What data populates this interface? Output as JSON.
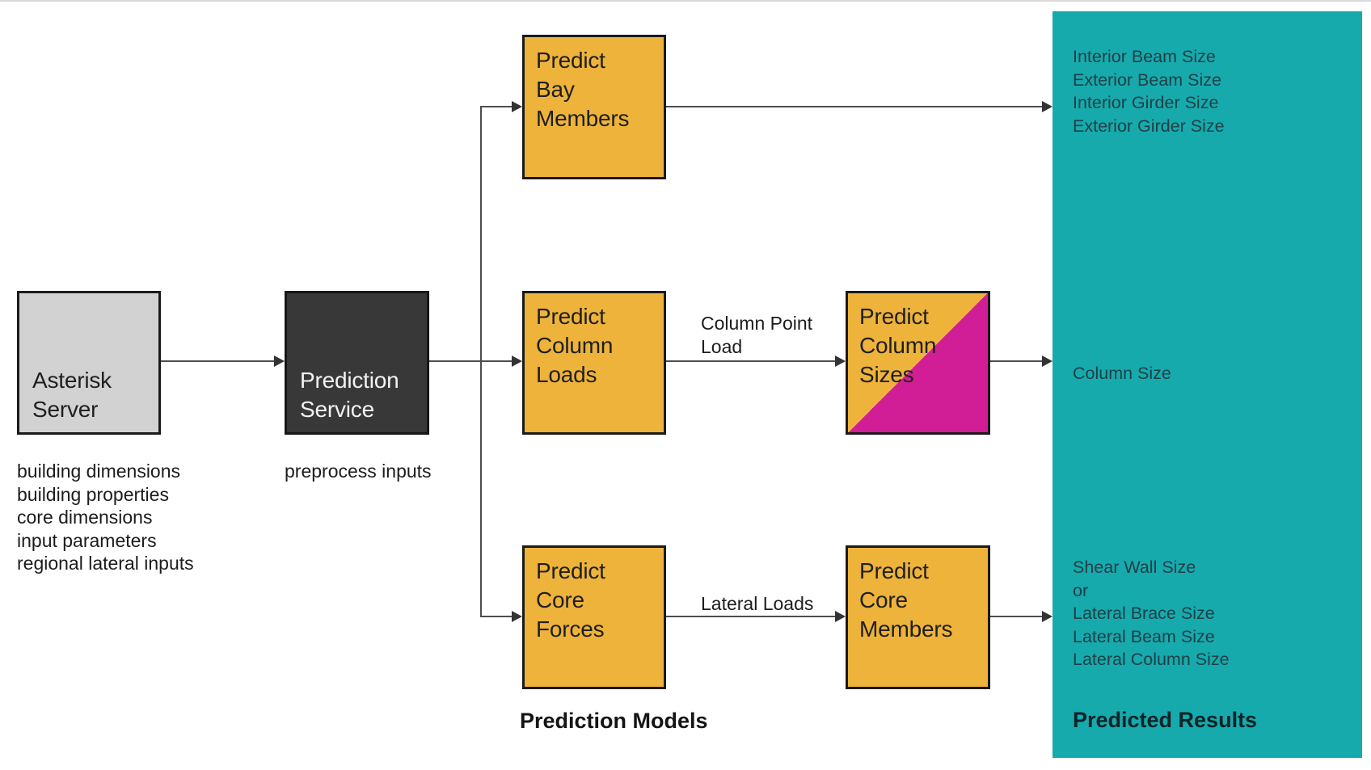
{
  "colors": {
    "node_yellow": "#EEB33B",
    "node_magenta": "#D21E96",
    "results_teal": "#16AAAD",
    "server_gray": "#D2D2D2",
    "service_dark": "#383838",
    "arrow_gray": "#4D4D4D"
  },
  "nodes": {
    "asterisk_server": {
      "lines": [
        "Asterisk",
        "Server"
      ]
    },
    "prediction_service": {
      "lines": [
        "Prediction",
        "Service"
      ]
    },
    "predict_bay_members": {
      "lines": [
        "Predict",
        "Bay",
        "Members"
      ]
    },
    "predict_column_loads": {
      "lines": [
        "Predict",
        "Column",
        "Loads"
      ]
    },
    "predict_core_forces": {
      "lines": [
        "Predict",
        "Core",
        "Forces"
      ]
    },
    "predict_column_sizes": {
      "lines": [
        "Predict",
        "Column",
        "Sizes"
      ]
    },
    "predict_core_members": {
      "lines": [
        "Predict",
        "Core",
        "Members"
      ]
    }
  },
  "annotations": {
    "server_inputs": [
      "building dimensions",
      "building properties",
      "core dimensions",
      "input parameters",
      "regional lateral inputs"
    ],
    "preprocess": "preprocess inputs",
    "column_point_load": [
      "Column Point",
      "Load"
    ],
    "lateral_loads": "Lateral Loads",
    "models_label": "Prediction Models"
  },
  "results_panel": {
    "bay_results": [
      "Interior Beam Size",
      "Exterior Beam Size",
      "Interior Girder Size",
      "Exterior Girder Size"
    ],
    "column_result": "Column Size",
    "core_results": [
      "Shear Wall Size",
      "or",
      "Lateral Brace Size",
      "Lateral Beam Size",
      "Lateral Column Size"
    ],
    "title": "Predicted Results"
  }
}
